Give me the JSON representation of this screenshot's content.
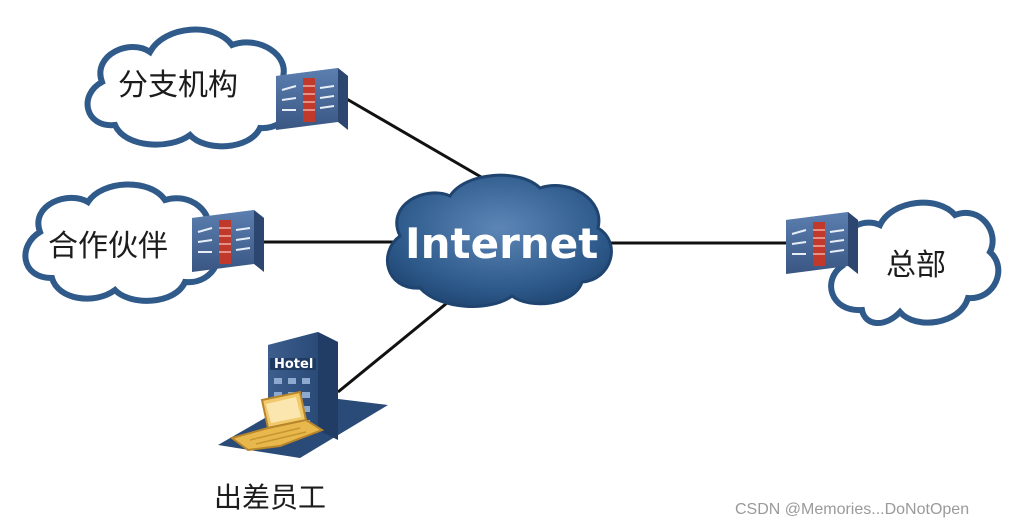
{
  "nodes": {
    "branch": {
      "label": "分支机构"
    },
    "partner": {
      "label": "合作伙伴"
    },
    "internet": {
      "label": "Internet"
    },
    "hq": {
      "label": "总部"
    },
    "traveler": {
      "label": "出差员工",
      "building_sign": "Hotel"
    }
  },
  "watermark": "CSDN @Memories...DoNotOpen",
  "colors": {
    "link": "#111111",
    "internet_cloud": "#2e5b8c",
    "site_cloud_edge": "#2f5a8a",
    "firewall_body": "#4a6a9a",
    "firewall_alert": "#c0392b",
    "laptop": "#e8b84d"
  },
  "icons": [
    "cloud-icon",
    "firewall-icon",
    "hotel-building-icon",
    "laptop-icon"
  ]
}
